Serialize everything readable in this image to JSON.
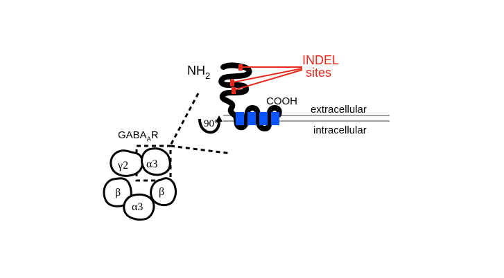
{
  "diagram": {
    "title": "GABA-A receptor subunit topology with INDEL sites",
    "colors": {
      "chain": "#000000",
      "indel": "#e8291c",
      "transmembrane": "#0a55ff",
      "membrane": "#666666",
      "background": "#ffffff"
    },
    "labels": {
      "n_terminus": "NH",
      "n_terminus_sub": "2",
      "c_terminus": "COOH",
      "indel_line1": "INDEL",
      "indel_line2": "sites",
      "extracellular": "extracellular",
      "intracellular": "intracellular",
      "rotation": "90°",
      "receptor_prefix": "GABA",
      "receptor_sub": "A",
      "receptor_suffix": "R"
    },
    "subunits": [
      {
        "id": "gamma2",
        "label": "γ2"
      },
      {
        "id": "alpha3-top",
        "label": "α3"
      },
      {
        "id": "beta-left",
        "label": "β"
      },
      {
        "id": "beta-right",
        "label": "β"
      },
      {
        "id": "alpha3-bottom",
        "label": "α3"
      }
    ],
    "transmembrane_segment_count": 4,
    "indel_site_count": 3
  }
}
